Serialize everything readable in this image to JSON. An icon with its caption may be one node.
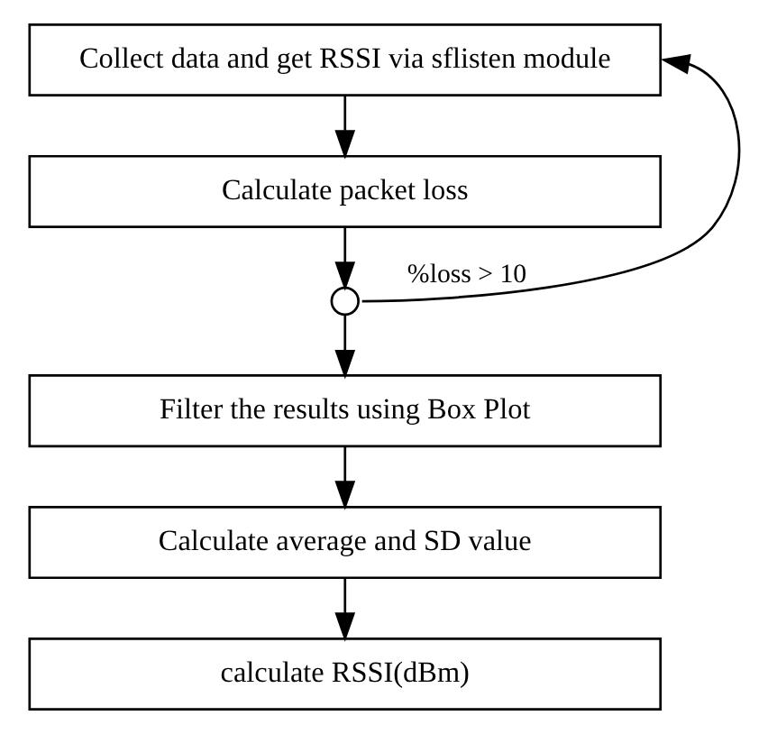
{
  "diagram": {
    "nodes": [
      {
        "text": [
          "Collect data and get RSSI via sflisten module"
        ]
      },
      {
        "text": [
          "Calculate packet loss"
        ]
      },
      {
        "text": [],
        "shape": "circle"
      },
      {
        "text": [
          "Filter the results using Box Plot"
        ]
      },
      {
        "text": [
          "Calculate average and SD value"
        ]
      },
      {
        "text": [
          "calculate RSSI(dBm)"
        ]
      }
    ],
    "edges": [
      {
        "from": 0,
        "to": 1,
        "arrow": "to"
      },
      {
        "from": 1,
        "to": 2,
        "arrow": "to"
      },
      {
        "from": 2,
        "to": 3,
        "arrow": "to"
      },
      {
        "from": 3,
        "to": 4,
        "arrow": "to"
      },
      {
        "from": 4,
        "to": 5,
        "arrow": "to"
      },
      {
        "from": 2,
        "to": 0,
        "arrow": "to",
        "label": "%loss > 10"
      }
    ]
  }
}
